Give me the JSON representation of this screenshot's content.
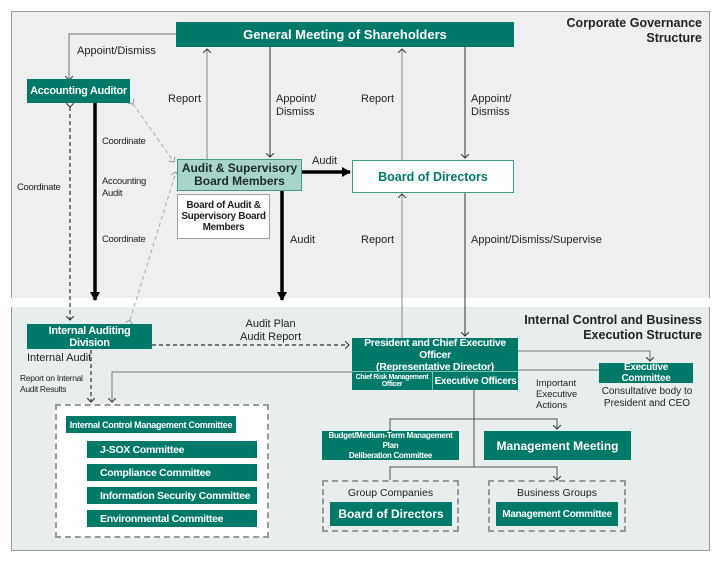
{
  "sections": {
    "corporate_governance": "Corporate Governance Structure",
    "corporate_governance_lines": [
      "Corporate Governance",
      "Structure"
    ],
    "internal_control_lines": [
      "Internal Control and Business",
      "Execution Structure"
    ]
  },
  "nodes": {
    "general_meeting": "General Meeting of Shareholders",
    "accounting_auditor": "Accounting Auditor",
    "audit_supervisory_members": [
      "Audit & Supervisory",
      "Board Members"
    ],
    "board_of_audit": [
      "Board of Audit &",
      "Supervisory Board",
      "Members"
    ],
    "board_of_directors": "Board of Directors",
    "internal_auditing_division": "Internal Auditing Division",
    "president_ceo": [
      "President and Chief Executive Officer",
      "(Representative Director)"
    ],
    "chief_risk_officer": "Chief Risk Management Officer",
    "executive_officers": "Executive Officers",
    "executive_committee": "Executive Committee",
    "executive_committee_note": [
      "Consultative body to",
      "President and CEO"
    ],
    "internal_control_committee": "Internal Control Management Committee",
    "sub_committees": [
      "J-SOX Committee",
      "Compliance Committee",
      "Information Security Committee",
      "Environmental Committee"
    ],
    "budget_committee": [
      "Budget/Medium-Term Management Plan",
      "Deliberation Committee"
    ],
    "management_meeting": "Management Meeting",
    "group_companies": {
      "label": "Group Companies",
      "box": "Board of Directors"
    },
    "business_groups": {
      "label": "Business Groups",
      "box": "Management Committee"
    }
  },
  "edge_labels": {
    "appoint_dismiss_auditor": "Appoint/Dismiss",
    "report_asbm": "Report",
    "appoint_dismiss_asbm": [
      "Appoint/",
      "Dismiss"
    ],
    "report_bod": "Report",
    "appoint_dismiss_bod": [
      "Appoint/",
      "Dismiss"
    ],
    "coordinate_1": "Coordinate",
    "coordinate_left": "Coordinate",
    "accounting_audit": [
      "Accounting",
      "Audit"
    ],
    "coordinate_2": "Coordinate",
    "audit_to_bod": "Audit",
    "audit_down": "Audit",
    "report_ceo": "Report",
    "appoint_dismiss_supervise": "Appoint/Dismiss/Supervise",
    "audit_plan_report": [
      "Audit Plan",
      "Audit Report"
    ],
    "internal_audit": "Internal Audit",
    "report_internal_audit": [
      "Report on Internal",
      "Audit Results"
    ],
    "important_actions": [
      "Important",
      "Executive",
      "Actions"
    ]
  },
  "colors": {
    "brand_green": "#007a68",
    "light_green": "#a7d4cb",
    "panel_top": "#eeefee",
    "panel_bottom": "#e8eded"
  }
}
